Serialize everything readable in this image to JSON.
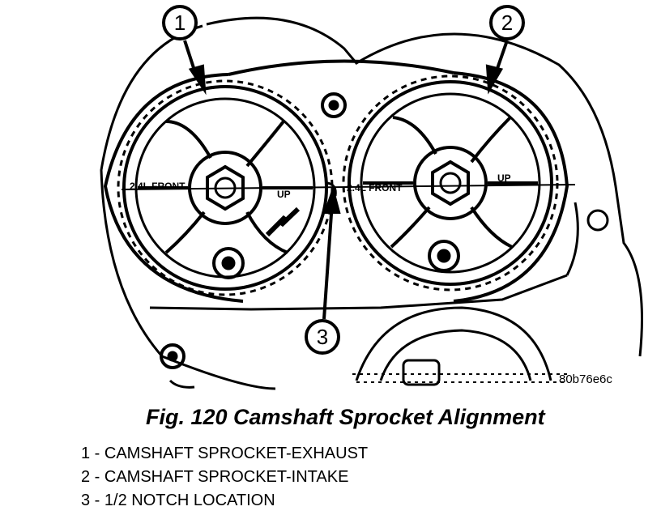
{
  "figure": {
    "callouts": [
      "1",
      "2",
      "3"
    ],
    "sprocket_marks": {
      "front_label": "2.4L FRONT",
      "up_label": "UP"
    },
    "figure_id": "80b76e6c"
  },
  "caption": "Fig. 120 Camshaft Sprocket Alignment",
  "legend": [
    {
      "text": "1 - CAMSHAFT SPROCKET-EXHAUST"
    },
    {
      "text": "2 - CAMSHAFT SPROCKET-INTAKE"
    },
    {
      "text": "3 - 1/2 NOTCH LOCATION"
    }
  ],
  "colors": {
    "ink": "#000000",
    "paper": "#ffffff"
  }
}
